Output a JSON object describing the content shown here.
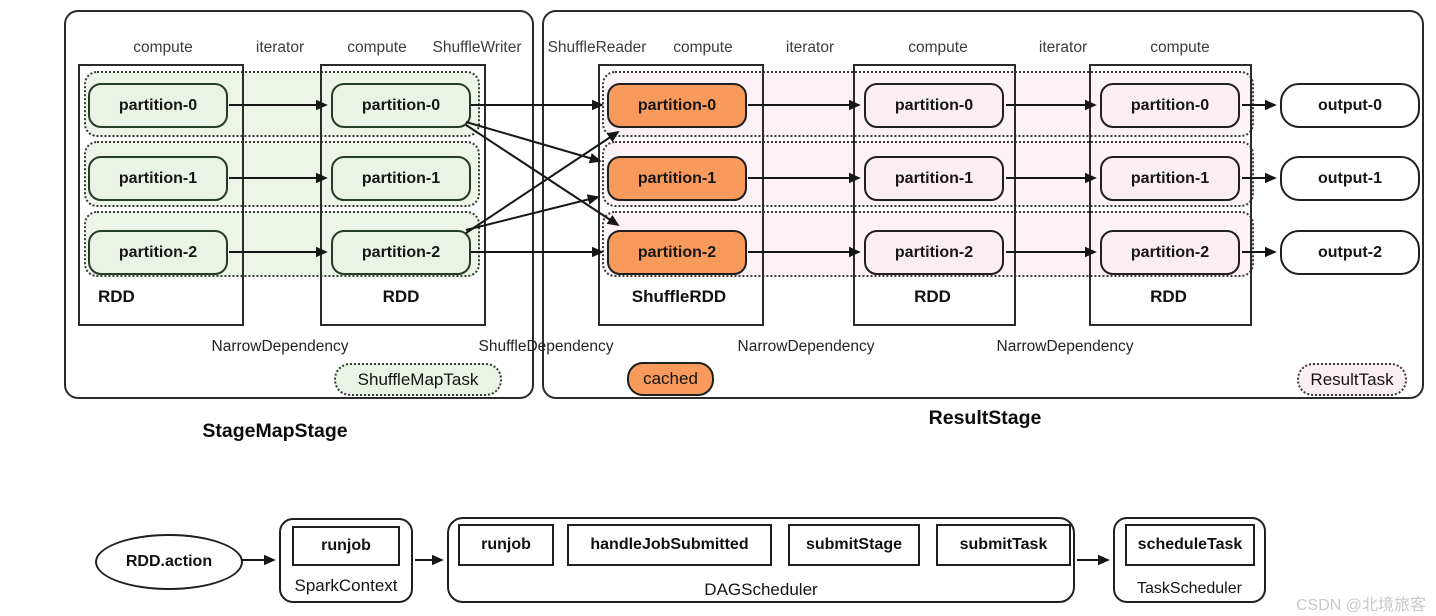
{
  "stage1": {
    "title": "StageMapStage",
    "column_labels": [
      "compute",
      "iterator",
      "compute",
      "ShuffleWriter"
    ],
    "rdd1": {
      "name": "RDD",
      "partitions": [
        "partition-0",
        "partition-1",
        "partition-2"
      ]
    },
    "rdd2": {
      "name": "RDD",
      "partitions": [
        "partition-0",
        "partition-1",
        "partition-2"
      ]
    },
    "dependency": "NarrowDependency",
    "badge": "ShuffleMapTask"
  },
  "stage2": {
    "title": "ResultStage",
    "column_labels": [
      "ShuffleReader",
      "compute",
      "iterator",
      "compute",
      "iterator",
      "compute"
    ],
    "shuffle_dependency": "ShuffleDependency",
    "shuffle_rdd": {
      "name": "ShuffleRDD",
      "partitions": [
        "partition-0",
        "partition-1",
        "partition-2"
      ]
    },
    "rdd1": {
      "name": "RDD",
      "partitions": [
        "partition-0",
        "partition-1",
        "partition-2"
      ]
    },
    "rdd2": {
      "name": "RDD",
      "partitions": [
        "partition-0",
        "partition-1",
        "partition-2"
      ]
    },
    "outputs": [
      "output-0",
      "output-1",
      "output-2"
    ],
    "dependencies": [
      "NarrowDependency",
      "NarrowDependency"
    ],
    "cached_badge": "cached",
    "badge": "ResultTask"
  },
  "flow": {
    "action_label": "RDD.action",
    "spark_context": {
      "title": "SparkContext",
      "methods": [
        "runjob"
      ]
    },
    "dag_scheduler": {
      "title": "DAGScheduler",
      "methods": [
        "runjob",
        "handleJobSubmitted",
        "submitStage",
        "submitTask"
      ]
    },
    "task_scheduler": {
      "title": "TaskScheduler",
      "methods": [
        "scheduleTask"
      ]
    }
  },
  "watermark": "CSDN @北境旅客",
  "colors": {
    "green_fill": "#e9f3e6",
    "green_band": "#edf5e9",
    "pink_fill": "#fbeef3",
    "pink_band": "#fdf2f6",
    "orange_fill": "#f89a5b",
    "line": "#161616"
  }
}
